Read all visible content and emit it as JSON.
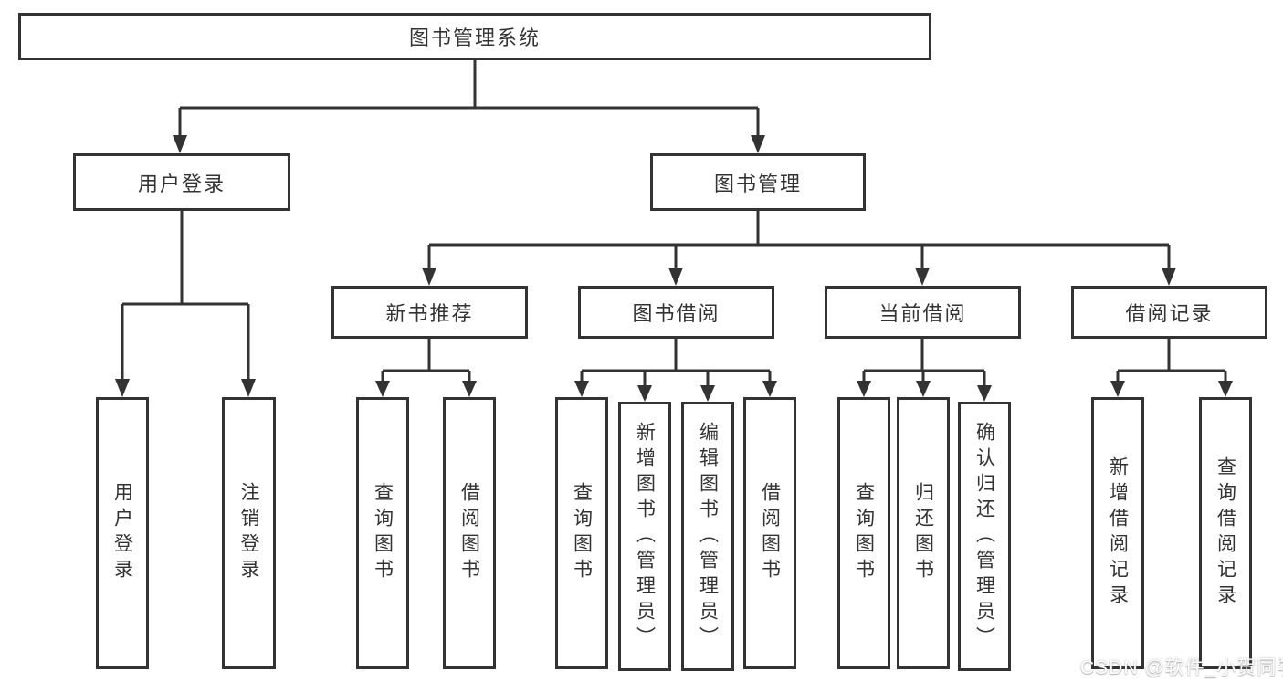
{
  "colors": {
    "background": "#ffffff",
    "line": "#333333",
    "box_border": "#333333",
    "box_fill": "#ffffff",
    "text": "#333333",
    "watermark_text": "#fdfdfd"
  },
  "tree": {
    "label": "图书管理系统",
    "children": [
      {
        "label": "用户登录",
        "children": [
          {
            "label": "用户登录"
          },
          {
            "label": "注销登录"
          }
        ]
      },
      {
        "label": "图书管理",
        "children": [
          {
            "label": "新书推荐",
            "children": [
              {
                "label": "查询图书"
              },
              {
                "label": "借阅图书"
              }
            ]
          },
          {
            "label": "图书借阅",
            "children": [
              {
                "label": "查询图书"
              },
              {
                "label": "新增图书（管理员）"
              },
              {
                "label": "编辑图书（管理员）"
              },
              {
                "label": "借阅图书"
              }
            ]
          },
          {
            "label": "当前借阅",
            "children": [
              {
                "label": "查询图书"
              },
              {
                "label": "归还图书"
              },
              {
                "label": "确认归还（管理员）"
              }
            ]
          },
          {
            "label": "借阅记录",
            "children": [
              {
                "label": "新增借阅记录"
              },
              {
                "label": "查询借阅记录"
              }
            ]
          }
        ]
      }
    ]
  },
  "watermark": {
    "text": "CSDN @软件_小贺同学"
  }
}
